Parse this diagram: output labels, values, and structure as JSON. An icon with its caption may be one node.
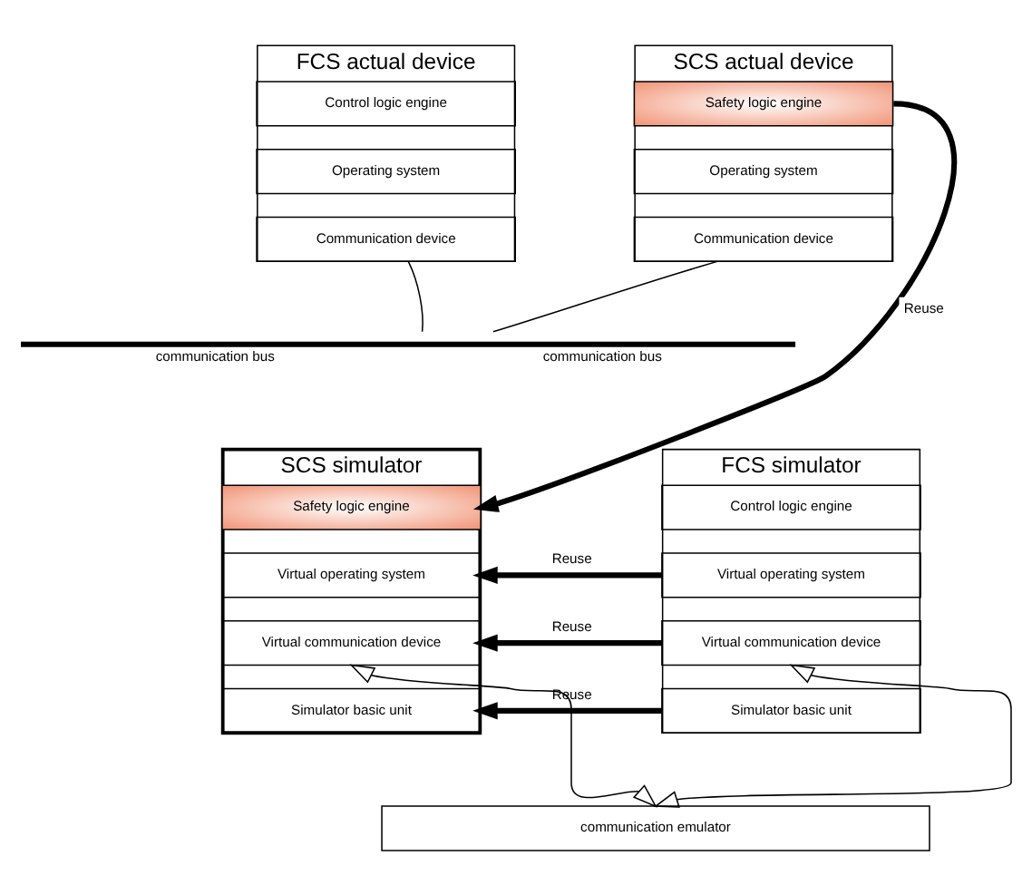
{
  "diagram": {
    "nodes": [
      {
        "text": [
          "FCS actual device"
        ]
      },
      {
        "text": [
          "Control logic engine"
        ],
        "in": 0
      },
      {
        "text": [
          "Operating system"
        ],
        "in": 0
      },
      {
        "text": [
          "Communication device"
        ],
        "in": 0
      },
      {
        "text": [
          "SCS actual device"
        ]
      },
      {
        "text": [
          "Safety logic engine"
        ],
        "in": 4
      },
      {
        "text": [
          "Operating system"
        ],
        "in": 4
      },
      {
        "text": [
          "Communication device"
        ],
        "in": 4
      },
      {
        "text": [],
        "shape": "bar",
        "beside": [
          "communication bus",
          "communication bus"
        ]
      },
      {
        "text": [
          "FCS simulator"
        ]
      },
      {
        "text": [
          "Control logic engine"
        ],
        "in": 9
      },
      {
        "text": [
          "Virtual operating system"
        ],
        "in": 9
      },
      {
        "text": [
          "Virtual communication device"
        ],
        "in": 9
      },
      {
        "text": [
          "Simulator basic unit"
        ],
        "in": 9
      },
      {
        "text": [
          "SCS simulator"
        ]
      },
      {
        "text": [
          "Safety logic engine"
        ],
        "in": 14
      },
      {
        "text": [
          "Virtual operating system"
        ],
        "in": 14
      },
      {
        "text": [
          "Virtual communication device"
        ],
        "in": 14
      },
      {
        "text": [
          "Simulator basic unit"
        ],
        "in": 14
      },
      {
        "text": [
          "communication emulator"
        ]
      }
    ],
    "edges": [
      {
        "from": 3,
        "to": 8,
        "arrow": "none"
      },
      {
        "from": 7,
        "to": 8,
        "arrow": "none"
      },
      {
        "from": 5,
        "to": 15,
        "arrow": "to",
        "label": "Reuse",
        "style": "thick"
      },
      {
        "from": 11,
        "to": 16,
        "arrow": "to",
        "label": "Reuse",
        "style": "thick"
      },
      {
        "from": 12,
        "to": 17,
        "arrow": "to",
        "label": "Reuse",
        "style": "thick"
      },
      {
        "from": 13,
        "to": 18,
        "arrow": "to",
        "label": "Reuse",
        "style": "thick"
      },
      {
        "from": 12,
        "to": 19,
        "arrow": "both"
      },
      {
        "from": 17,
        "to": 19,
        "arrow": "both"
      }
    ]
  }
}
